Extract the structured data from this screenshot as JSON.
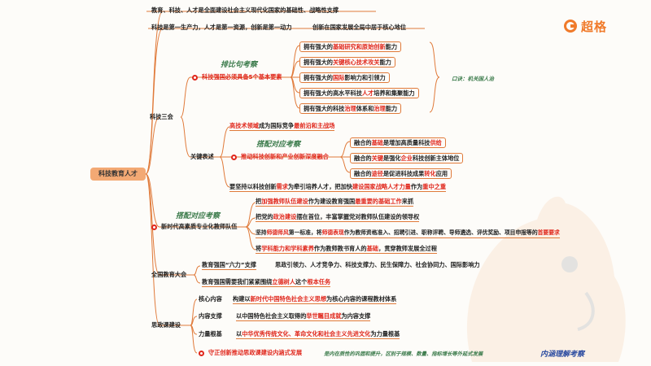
{
  "brand": {
    "name": "超格"
  },
  "root": {
    "label": "科技教育人才"
  },
  "top_lines": [
    "教育、科技、人才是全面建设社会主义现代化国家的基础性、战略性支撑",
    "科技是第一生产力，人才是第一资源，创新是第一动力",
    "创新在国家发展全局中居于核心地位"
  ],
  "sci": {
    "label": "科技三会",
    "parallel_note": "排比句考察",
    "five_title": "科技强国必须具备5个基本要素",
    "elements": [
      {
        "a": "拥有强大的",
        "h": "基础研究和原始创新",
        "b": "能力"
      },
      {
        "a": "拥有强大的",
        "h": "关键核心技术攻关",
        "b": "能力"
      },
      {
        "a": "拥有强大的",
        "h": "国际",
        "b": "影响力和引领力"
      },
      {
        "a": "拥有强大的高水平科技",
        "h": "人才",
        "b": "培养和集聚能力"
      },
      {
        "a": "拥有强大的科技",
        "h": "治理",
        "b": "体系和",
        "h2": "治理",
        "b2": "能力"
      }
    ],
    "mnemonic": "口诀：机关国人治",
    "key_label": "关键表述",
    "highland": {
      "h": "高技术领域",
      "a": "成为国际竞争",
      "h2": "最前沿和主战场"
    },
    "match_note": "搭配对应考察",
    "integration_title": "推动科技创新和产业创新深度融合",
    "integrations": [
      {
        "a": "融合的",
        "h": "基础",
        "b": "是增加高质量科技",
        "h2": "供给"
      },
      {
        "a": "融合的",
        "h": "关键",
        "b": "是强化",
        "h2": "企业",
        "b2": "科技创新主体地位"
      },
      {
        "a": "融合的",
        "h": "途径",
        "b": "是促进科技成果",
        "h2": "转化",
        "b2": "应用"
      }
    ],
    "adhere": {
      "a": "要坚持以科技创新",
      "h": "需求",
      "b": "为牵引培养人才，把加快",
      "h2": "建设国家战略人才力量",
      "b2": "作为",
      "h3": "重中之重"
    }
  },
  "teacher": {
    "label": "新时代高素质专业化教师队伍",
    "match_note": "搭配对应考察",
    "items": [
      {
        "a": "把",
        "h": "加强教师队伍建设",
        "b": "作为建设教育强国",
        "h2": "最重要的基础工作",
        "b2": "来抓"
      },
      {
        "a": "把党的",
        "h": "政治建设",
        "b": "摆在首位，丰富掌握党对教师队伍建设的领导权"
      },
      {
        "a": "坚持",
        "h": "师德师风",
        "b": "第一标准，将",
        "h2": "师德表现",
        "b2": "作为教师资格准入、招聘引进、职称评聘、导师遴选、评优奖励、项目申报等的",
        "h3": "首要要求"
      },
      {
        "a": "将",
        "h": "学科能力和学科素养",
        "b": "作为教师教书育人的",
        "h2": "基础",
        "b2": "，贯穿教师发展全过程"
      }
    ]
  },
  "conf": {
    "label": "全国教育大会",
    "six_label": "教育强国“六力”支撑",
    "six_text": "思政引领力、人才竞争力、科技支撑力、民生保障力、社会协同力、国际影响力",
    "task": {
      "a": "教育强国需要我们紧紧围绕",
      "h": "立德树人",
      "b": "这个",
      "h2": "根本任务"
    }
  },
  "ideo": {
    "label": "思政课建设",
    "rows": [
      {
        "k": "核心内容",
        "a": "构建以",
        "h": "新时代中国特色社会主义思想",
        "b": "为核心内容的课程教材体系"
      },
      {
        "k": "内容支撑",
        "a": "以中国特色社会主义取得的",
        "h": "举世瞩目成就",
        "b": "为内容支撑"
      },
      {
        "k": "力量根基",
        "a": "以",
        "h": "中华优秀传统文化、革命文化和社会主义先进文化",
        "b": "为力量根基"
      }
    ],
    "innovate": "守正创新推动思政课建设内涵式发展",
    "innovate_note": "是内在质性的巩固和提升，区别于规模、数量、指标增长等外延式发展",
    "connotation_note": "内涵理解考察"
  }
}
